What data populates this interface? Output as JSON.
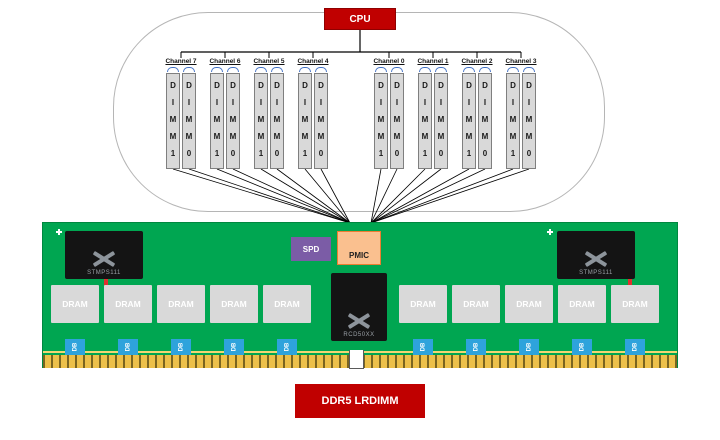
{
  "cpu_label": "CPU",
  "channels": [
    {
      "label": "Channel 7",
      "dimms": [
        "DIMM1",
        "DIMM0"
      ]
    },
    {
      "label": "Channel 6",
      "dimms": [
        "DIMM1",
        "DIMM0"
      ]
    },
    {
      "label": "Channel 5",
      "dimms": [
        "DIMM1",
        "DIMM0"
      ]
    },
    {
      "label": "Channel 4",
      "dimms": [
        "DIMM1",
        "DIMM0"
      ]
    },
    {
      "label": "Channel 0",
      "dimms": [
        "DIMM1",
        "DIMM0"
      ]
    },
    {
      "label": "Channel 1",
      "dimms": [
        "DIMM1",
        "DIMM0"
      ]
    },
    {
      "label": "Channel 2",
      "dimms": [
        "DIMM1",
        "DIMM0"
      ]
    },
    {
      "label": "Channel 3",
      "dimms": [
        "DIMM1",
        "DIMM0"
      ]
    }
  ],
  "module": {
    "left_chip_label": "STMPS111",
    "right_chip_label": "STMPS111",
    "spd_label": "SPD",
    "pmic_label": "PMIC",
    "rcd_label": "RCD50XX",
    "drams_left": [
      "DRAM",
      "DRAM",
      "DRAM",
      "DRAM",
      "DRAM"
    ],
    "drams_right": [
      "DRAM",
      "DRAM",
      "DRAM",
      "DRAM",
      "DRAM"
    ],
    "db_label": "DB"
  },
  "caption_label": "DDR5 LRDIMM",
  "colors": {
    "cpu_red": "#C00000",
    "pcb_green": "#00A651",
    "spd_purple": "#7B5CA6",
    "pmic_fill": "#FAC08F",
    "pmic_border": "#ED7D31",
    "dram_gray": "#D9D9D9",
    "db_blue": "#2EA3DC",
    "gold": "#ECC04A",
    "gold_tick": "#7A6520",
    "chip_black": "#141414",
    "brace_blue": "#4472C4",
    "wire_black": "#000000"
  }
}
